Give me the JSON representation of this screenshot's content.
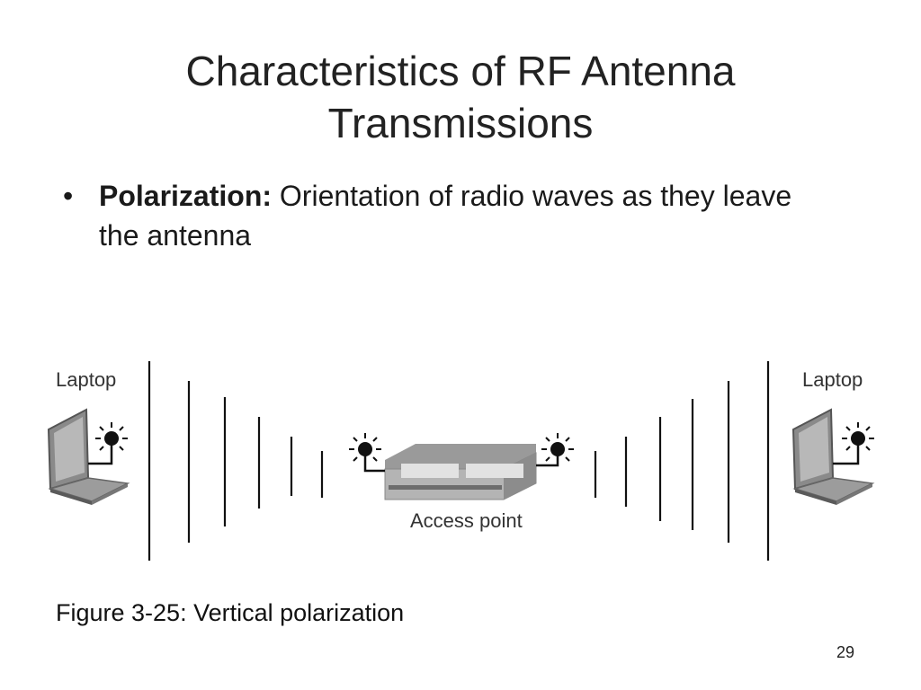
{
  "slide": {
    "title_line1": "Characteristics of RF Antenna",
    "title_line2": "Transmissions",
    "bullet": {
      "marker": "•",
      "term": "Polarization:",
      "text": " Orientation of radio waves as they leave the antenna"
    },
    "figure": {
      "left_device_label": "Laptop",
      "right_device_label": "Laptop",
      "center_device_label": "Access point",
      "icons": [
        "laptop-icon",
        "antenna-icon",
        "access-point-icon"
      ]
    },
    "caption": "Figure 3-25: Vertical polarization",
    "page_number": "29"
  }
}
